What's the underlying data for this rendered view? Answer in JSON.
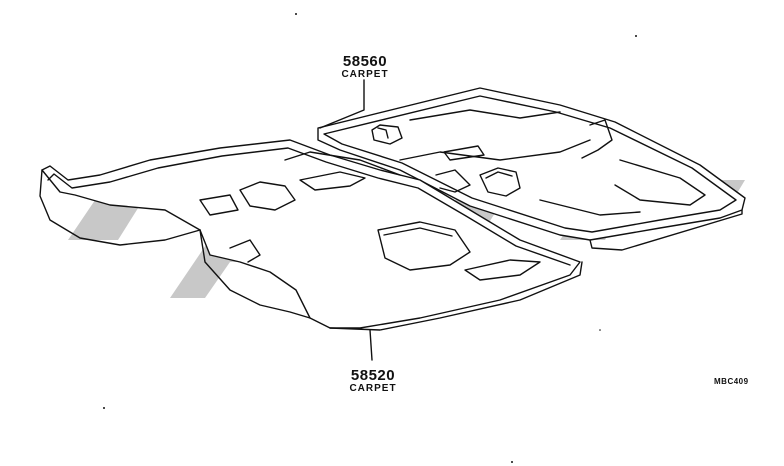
{
  "diagram": {
    "parts": [
      {
        "part_number": "58560",
        "name": "CARPET"
      },
      {
        "part_number": "58520",
        "name": "CARPET"
      }
    ],
    "code": "MBC409"
  },
  "colors": {
    "line": "#111111",
    "watermark": "#c8c8c8",
    "background": "#ffffff"
  }
}
